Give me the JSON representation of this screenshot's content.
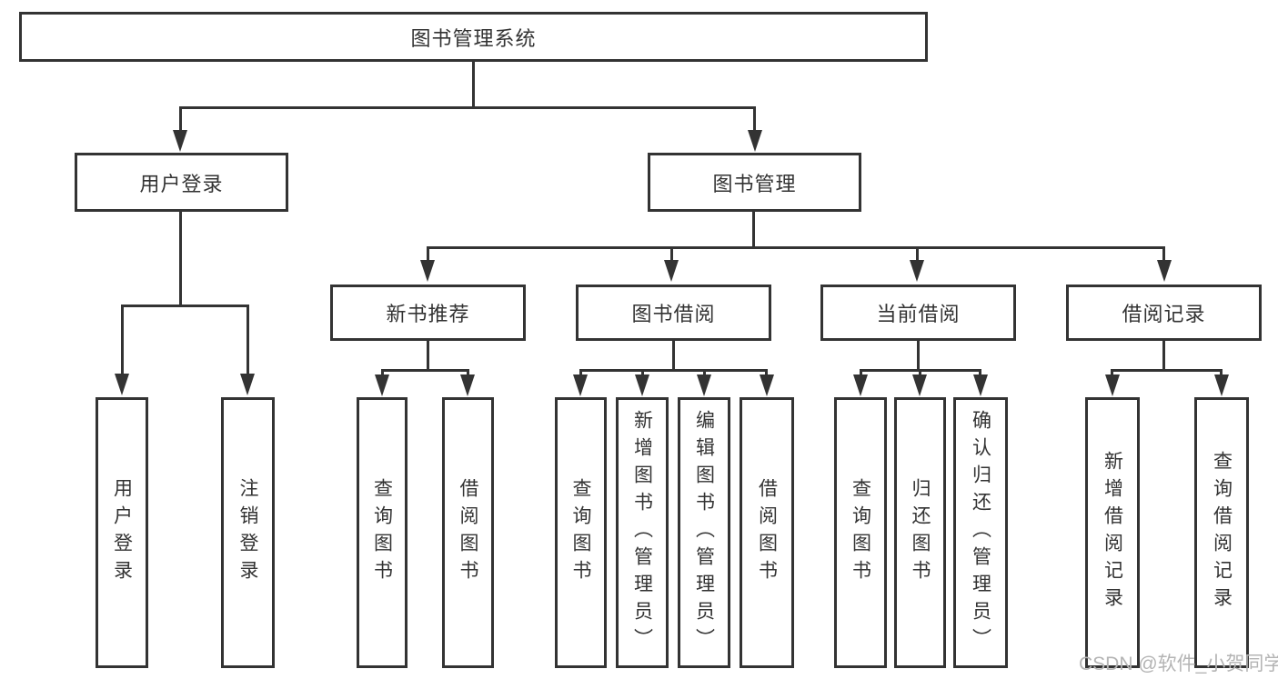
{
  "diagram": {
    "watermark": "CSDN @软件_小贺同学",
    "colors": {
      "line": "#333333",
      "box_border": "#333333",
      "box_background": "#ffffff",
      "text": "#333333",
      "watermark_text": "#b4b4b4",
      "page_background": "#ffffff"
    },
    "tree": {
      "label": "图书管理系统",
      "children": [
        {
          "label": "用户登录",
          "children": [
            {
              "label": "用户登录"
            },
            {
              "label": "注销登录"
            }
          ]
        },
        {
          "label": "图书管理",
          "children": [
            {
              "label": "新书推荐",
              "children": [
                {
                  "label": "查询图书"
                },
                {
                  "label": "借阅图书"
                }
              ]
            },
            {
              "label": "图书借阅",
              "children": [
                {
                  "label": "查询图书"
                },
                {
                  "label": "新增图书（管理员）"
                },
                {
                  "label": "编辑图书（管理员）"
                },
                {
                  "label": "借阅图书"
                }
              ]
            },
            {
              "label": "当前借阅",
              "children": [
                {
                  "label": "查询图书"
                },
                {
                  "label": "归还图书"
                },
                {
                  "label": "确认归还（管理员）"
                }
              ]
            },
            {
              "label": "借阅记录",
              "children": [
                {
                  "label": "新增借阅记录"
                },
                {
                  "label": "查询借阅记录"
                }
              ]
            }
          ]
        }
      ]
    }
  }
}
